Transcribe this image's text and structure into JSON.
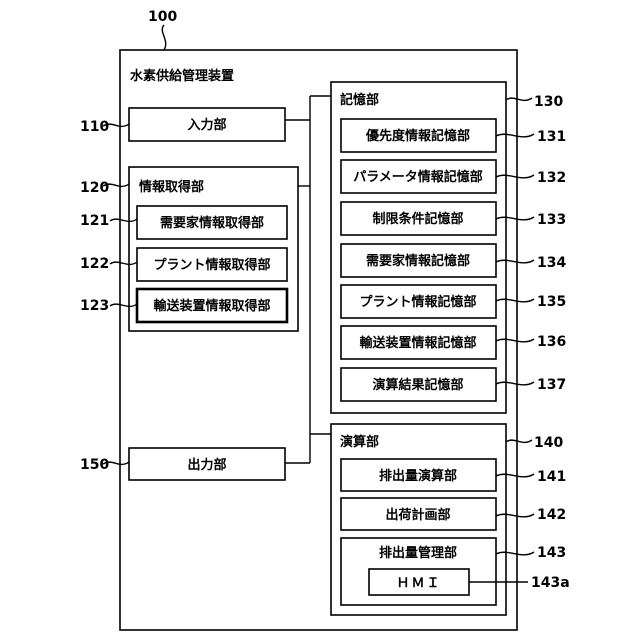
{
  "diagram": {
    "ref_main": "100",
    "main_title": "水素供給管理装置",
    "input": {
      "ref": "110",
      "label": "入力部"
    },
    "info_acquisition": {
      "ref": "120",
      "title": "情報取得部",
      "items": [
        {
          "ref": "121",
          "label": "需要家情報取得部"
        },
        {
          "ref": "122",
          "label": "プラント情報取得部"
        },
        {
          "ref": "123",
          "label": "輸送装置情報取得部"
        }
      ]
    },
    "output": {
      "ref": "150",
      "label": "出力部"
    },
    "storage": {
      "ref": "130",
      "title": "記憶部",
      "items": [
        {
          "ref": "131",
          "label": "優先度情報記憶部"
        },
        {
          "ref": "132",
          "label": "パラメータ情報記憶部"
        },
        {
          "ref": "133",
          "label": "制限条件記憶部"
        },
        {
          "ref": "134",
          "label": "需要家情報記憶部"
        },
        {
          "ref": "135",
          "label": "プラント情報記憶部"
        },
        {
          "ref": "136",
          "label": "輸送装置情報記憶部"
        },
        {
          "ref": "137",
          "label": "演算結果記憶部"
        }
      ]
    },
    "computation": {
      "ref": "140",
      "title": "演算部",
      "items": [
        {
          "ref": "141",
          "label": "排出量演算部"
        },
        {
          "ref": "142",
          "label": "出荷計画部"
        }
      ],
      "emission_management": {
        "ref": "143",
        "label": "排出量管理部",
        "hmi": {
          "ref": "143a",
          "label": "ＨＭＩ"
        }
      }
    }
  }
}
